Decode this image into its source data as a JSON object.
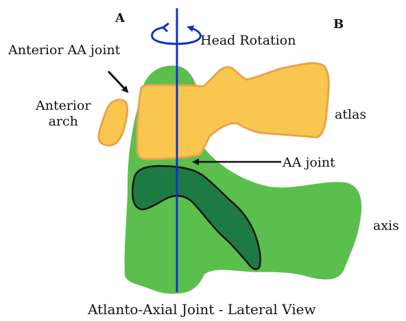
{
  "labels": {
    "a": "A",
    "b": "B",
    "head_rotation": "Head Rotation",
    "anterior_aa_joint": "Anterior AA joint",
    "anterior_arch_line1": "Anterior",
    "anterior_arch_line2": "arch",
    "atlas": "atlas",
    "aa_joint": "AA joint",
    "axis": "axis",
    "caption": "Atlanto-Axial Joint - Lateral View"
  },
  "colors": {
    "axis_bone": "#5bbf4d",
    "axis_bone_dark": "#1e7a43",
    "atlas_bone": "#f9c650",
    "atlas_outline": "#e9a44a",
    "rotation_axis": "#1030cc",
    "outline": "#111111"
  },
  "icons": {
    "rotation": "circular-rotation-arrow-icon"
  }
}
